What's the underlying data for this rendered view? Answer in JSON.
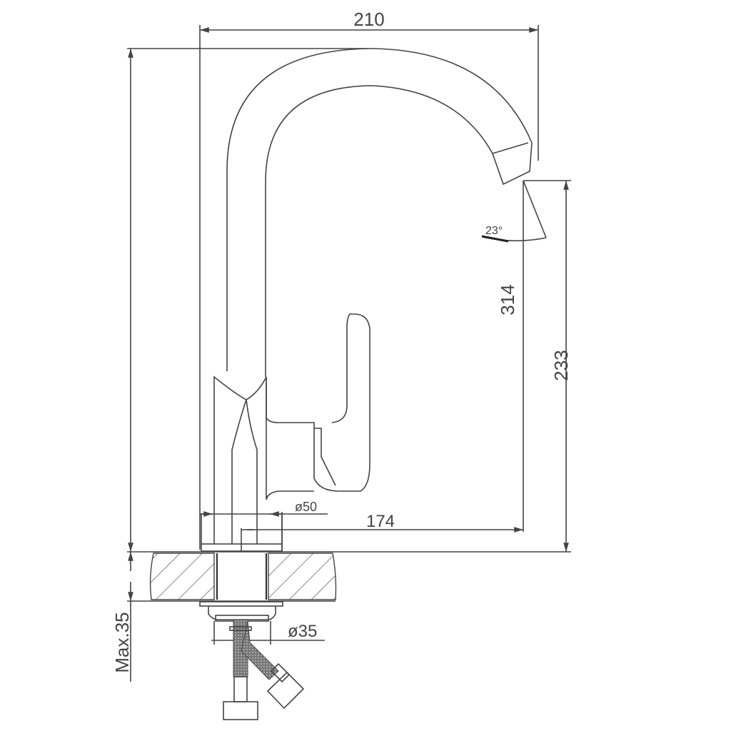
{
  "drawing": {
    "subject": "faucet",
    "dimensions": {
      "overall_width": "210",
      "overall_height": "314",
      "spout_height": "233",
      "spout_reach": "174",
      "spout_angle": "23°",
      "base_diameter": "ø50",
      "hole_diameter": "ø35",
      "max_counter_thickness": "Max.35"
    },
    "colors": {
      "line": "#444444",
      "background": "#ffffff"
    }
  }
}
